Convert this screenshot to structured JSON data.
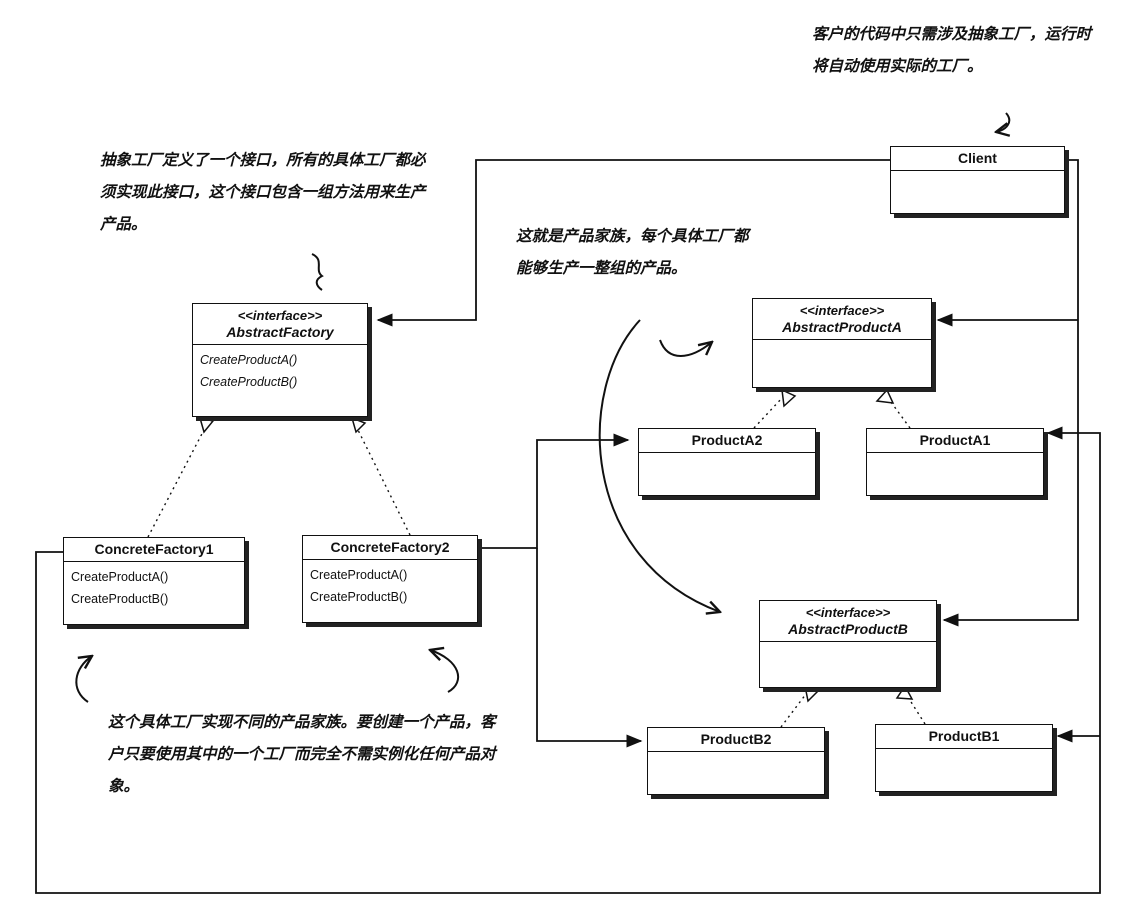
{
  "notes": {
    "client_note": "客户的代码中只需涉及抽象工厂，运行时将自动使用实际的工厂。",
    "abstract_factory_note": "抽象工厂定义了一个接口，所有的具体工厂都必须实现此接口，这个接口包含一组方法用来生产产品。",
    "product_family_note": "这就是产品家族，每个具体工厂都能够生产一整组的产品。",
    "concrete_factory_note": "这个具体工厂实现不同的产品家族。要创建一个产品，客户只要使用其中的一个工厂而完全不需实例化任何产品对象。"
  },
  "classes": {
    "client": {
      "name": "Client"
    },
    "abstract_factory": {
      "stereotype": "<<interface>>",
      "name": "AbstractFactory",
      "ops": [
        "CreateProductA()",
        "CreateProductB()"
      ]
    },
    "concrete_factory1": {
      "name": "ConcreteFactory1",
      "ops": [
        "CreateProductA()",
        "CreateProductB()"
      ]
    },
    "concrete_factory2": {
      "name": "ConcreteFactory2",
      "ops": [
        "CreateProductA()",
        "CreateProductB()"
      ]
    },
    "abstract_product_a": {
      "stereotype": "<<interface>>",
      "name": "AbstractProductA"
    },
    "abstract_product_b": {
      "stereotype": "<<interface>>",
      "name": "AbstractProductB"
    },
    "product_a1": {
      "name": "ProductA1"
    },
    "product_a2": {
      "name": "ProductA2"
    },
    "product_b1": {
      "name": "ProductB1"
    },
    "product_b2": {
      "name": "ProductB2"
    }
  }
}
